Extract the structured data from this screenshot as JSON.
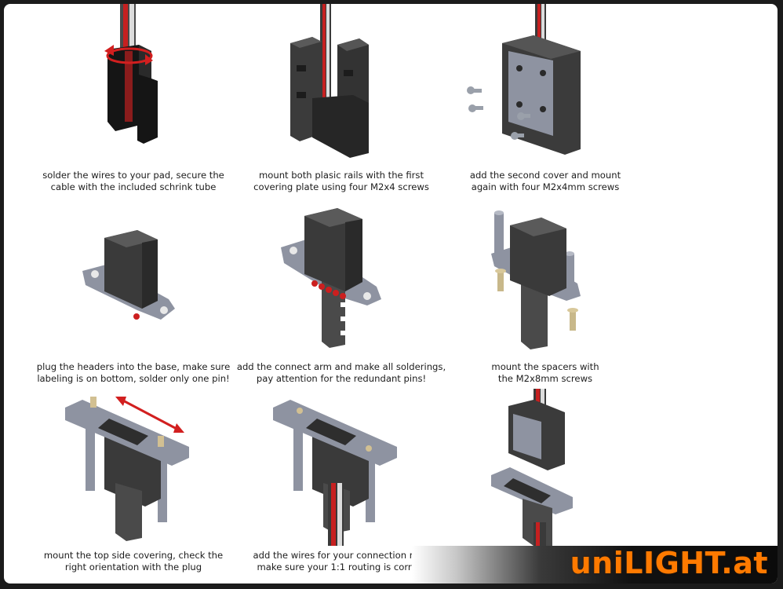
{
  "brand": {
    "text": "uniLIGHT.at"
  },
  "colors": {
    "accent": "#ff7a00",
    "highlight": "#cc1f1f",
    "part_dark": "#2e2e2e",
    "plate": "#8e93a1"
  },
  "steps": [
    {
      "caption": [
        "solder the wires to your pad, secure the",
        "cable with the included schrink tube"
      ]
    },
    {
      "caption": [
        "mount both plasic rails with the first",
        "covering plate using four M2x4 screws"
      ]
    },
    {
      "caption": [
        "add the second cover and mount",
        "again with four M2x4mm screws"
      ]
    },
    {
      "caption": [
        "plug the headers into the base, make sure",
        "labeling is on bottom, solder only one pin!"
      ]
    },
    {
      "caption": [
        "add the connect arm and make all solderings,",
        "pay attention for the redundant pins!"
      ]
    },
    {
      "caption": [
        "mount the spacers with",
        "the M2x8mm screws"
      ]
    },
    {
      "caption": [
        "mount the top side  covering, check the",
        "right orientation with the plug"
      ]
    },
    {
      "caption": [
        "add the wires for your connection map",
        "make sure your 1:1 routing is correct"
      ]
    },
    {
      "caption": [
        "",
        ""
      ]
    }
  ]
}
